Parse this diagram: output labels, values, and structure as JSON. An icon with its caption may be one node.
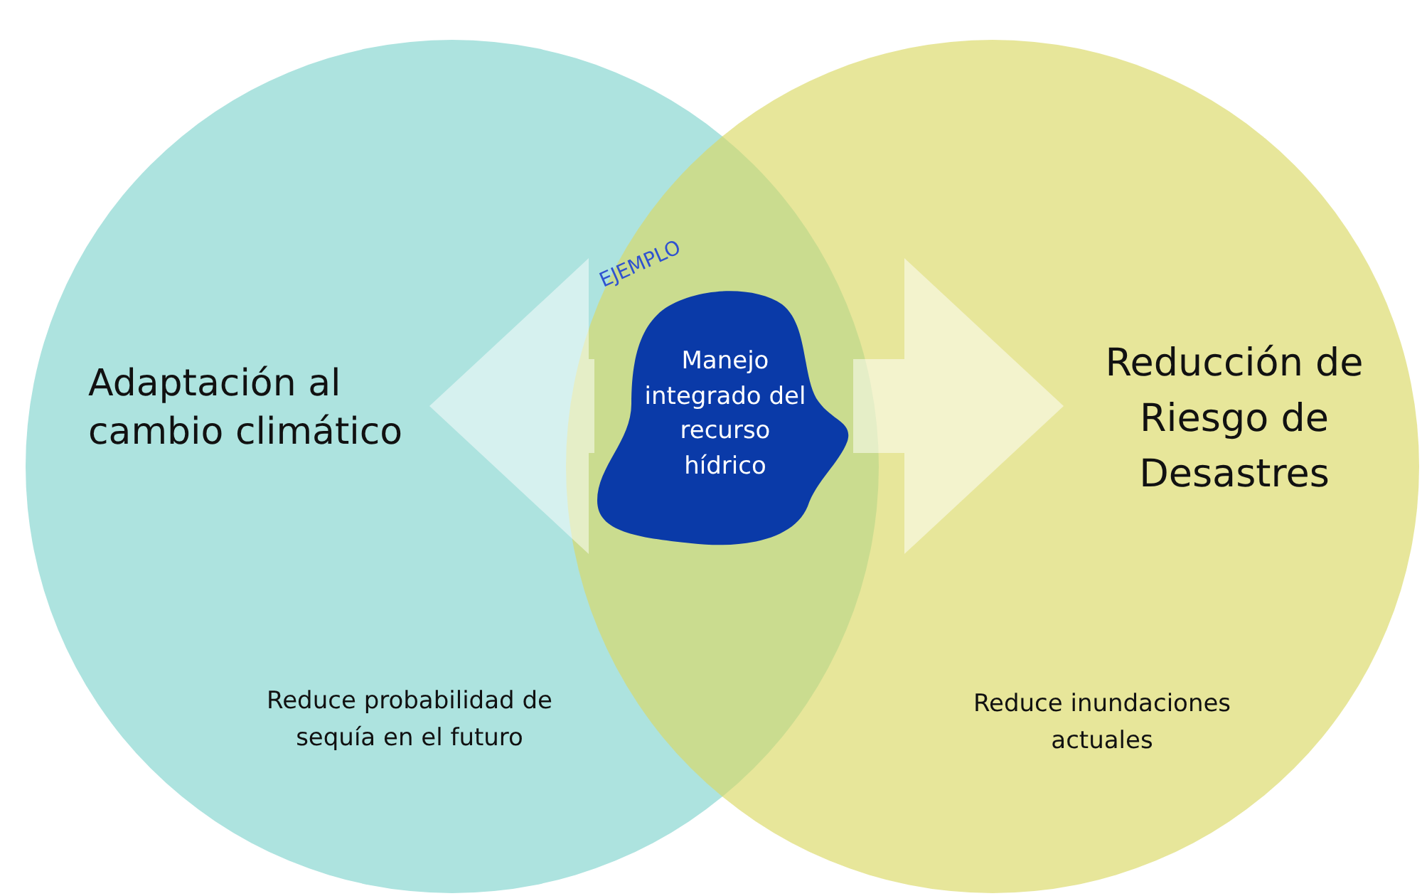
{
  "diagram": {
    "nodes": [
      {
        "text": [
          "Reduce probabilidad de sequía en el futuro"
        ]
      },
      {
        "text": [
          "Adaptación al cambio climático"
        ],
        "in": 0
      },
      {
        "text": [
          "Reduce inundaciones actuales"
        ]
      },
      {
        "text": [
          "Reducción de Riesgo de Desastres"
        ],
        "in": 2
      },
      {
        "text": [
          "Manejo integrado del recurso hídrico"
        ],
        "beside": [
          "EJEMPLO"
        ]
      }
    ],
    "edges": [
      {
        "from": 4,
        "to": 1,
        "arrow": "to",
        "style": "thick"
      },
      {
        "from": 4,
        "to": 3,
        "arrow": "to",
        "style": "thick"
      }
    ]
  }
}
